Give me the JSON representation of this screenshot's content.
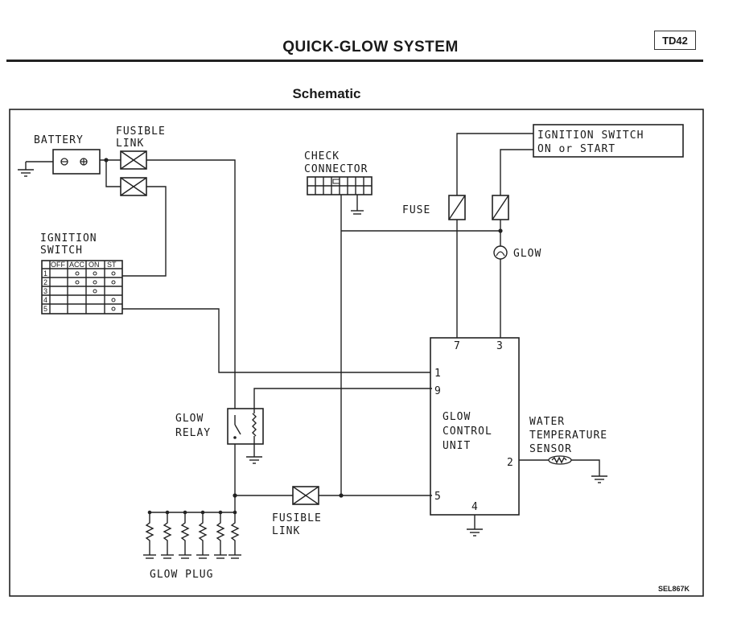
{
  "header": {
    "title": "QUICK-GLOW SYSTEM",
    "badge": "TD42"
  },
  "diagram": {
    "title": "Schematic",
    "reference_code": "SEL867K",
    "components": {
      "battery": "BATTERY",
      "fusible_link_top": [
        "FUSIBLE",
        "LINK"
      ],
      "check_connector": [
        "CHECK",
        "CONNECTOR"
      ],
      "ignition_switch_right": [
        "IGNITION SWITCH",
        "ON or START"
      ],
      "fuse": "FUSE",
      "glow_lamp": "GLOW",
      "ignition_switch_left": [
        "IGNITION",
        "SWITCH"
      ],
      "switch_table_headers": [
        "OFF",
        "ACC",
        "ON",
        "ST"
      ],
      "switch_table_rows": [
        "1",
        "2",
        "3",
        "4",
        "5"
      ],
      "glow_relay": [
        "GLOW",
        "RELAY"
      ],
      "glow_control_unit": [
        "GLOW",
        "CONTROL",
        "UNIT"
      ],
      "water_temp_sensor": [
        "WATER",
        "TEMPERATURE",
        "SENSOR"
      ],
      "fusible_link_bottom": [
        "FUSIBLE",
        "LINK"
      ],
      "glow_plug": "GLOW PLUG"
    },
    "control_unit_pins": [
      "7",
      "3",
      "1",
      "9",
      "2",
      "5",
      "4"
    ]
  }
}
